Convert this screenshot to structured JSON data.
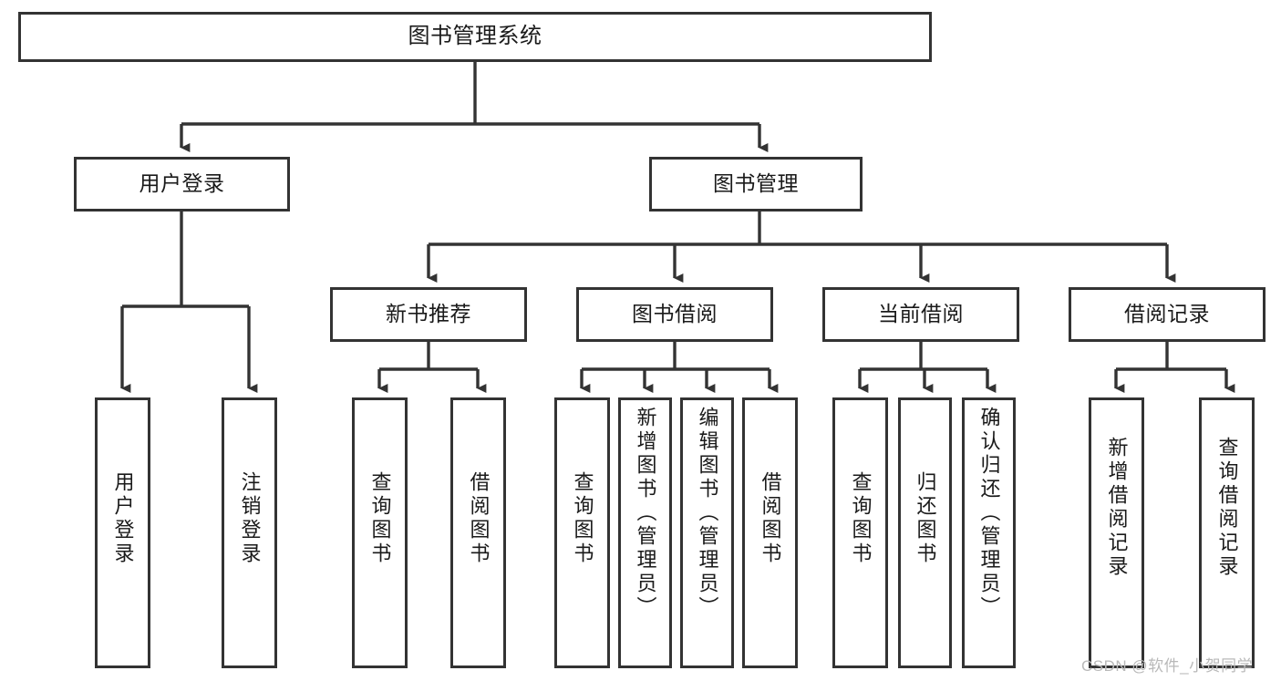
{
  "diagram": {
    "title": "图书管理系统",
    "type": "tree-hierarchy",
    "watermark": "CSDN @软件_小贺同学",
    "colors": {
      "box_border": "#333333",
      "box_fill": "#ffffff",
      "edge": "#333333",
      "text": "#1a1a1a",
      "watermark": "#b9b9b9"
    },
    "nodes": {
      "root": {
        "label": "图书管理系统"
      },
      "user_login": {
        "label": "用户登录"
      },
      "book_manage": {
        "label": "图书管理"
      },
      "new_book_rec": {
        "label": "新书推荐"
      },
      "book_borrow": {
        "label": "图书借阅"
      },
      "current_borrow": {
        "label": "当前借阅"
      },
      "borrow_record": {
        "label": "借阅记录"
      },
      "leaf_user_login": {
        "label": "用户登录"
      },
      "leaf_user_logout": {
        "label": "注销登录"
      },
      "leaf_query_book_1": {
        "label": "查询图书"
      },
      "leaf_borrow_book_1": {
        "label": "借阅图书"
      },
      "leaf_query_book_2": {
        "label": "查询图书"
      },
      "leaf_add_book_admin": {
        "label": "新增图书（管理员）"
      },
      "leaf_edit_book_admin": {
        "label": "编辑图书（管理员）"
      },
      "leaf_borrow_book_2": {
        "label": "借阅图书"
      },
      "leaf_query_book_3": {
        "label": "查询图书"
      },
      "leaf_return_book": {
        "label": "归还图书"
      },
      "leaf_confirm_return_admin": {
        "label": "确认归还（管理员）"
      },
      "leaf_add_borrow_record": {
        "label": "新增借阅记录"
      },
      "leaf_query_borrow_record": {
        "label": "查询借阅记录"
      }
    },
    "edges": [
      {
        "from": "root",
        "to": "user_login"
      },
      {
        "from": "root",
        "to": "book_manage"
      },
      {
        "from": "user_login",
        "to": "leaf_user_login"
      },
      {
        "from": "user_login",
        "to": "leaf_user_logout"
      },
      {
        "from": "book_manage",
        "to": "new_book_rec"
      },
      {
        "from": "book_manage",
        "to": "book_borrow"
      },
      {
        "from": "book_manage",
        "to": "current_borrow"
      },
      {
        "from": "book_manage",
        "to": "borrow_record"
      },
      {
        "from": "new_book_rec",
        "to": "leaf_query_book_1"
      },
      {
        "from": "new_book_rec",
        "to": "leaf_borrow_book_1"
      },
      {
        "from": "book_borrow",
        "to": "leaf_query_book_2"
      },
      {
        "from": "book_borrow",
        "to": "leaf_add_book_admin"
      },
      {
        "from": "book_borrow",
        "to": "leaf_edit_book_admin"
      },
      {
        "from": "book_borrow",
        "to": "leaf_borrow_book_2"
      },
      {
        "from": "current_borrow",
        "to": "leaf_query_book_3"
      },
      {
        "from": "current_borrow",
        "to": "leaf_return_book"
      },
      {
        "from": "current_borrow",
        "to": "leaf_confirm_return_admin"
      },
      {
        "from": "borrow_record",
        "to": "leaf_add_borrow_record"
      },
      {
        "from": "borrow_record",
        "to": "leaf_query_borrow_record"
      }
    ]
  }
}
